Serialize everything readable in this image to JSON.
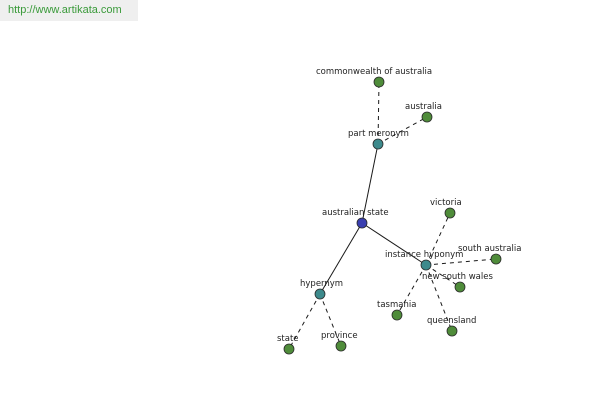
{
  "header": {
    "url": "http://www.artikata.com"
  },
  "colors": {
    "root": "#3a3fb0",
    "relation": "#3d8a8c",
    "leaf": "#4f8c3a",
    "banner_text": "#3a9a3a"
  },
  "graph": {
    "nodes": [
      {
        "id": "australian-state",
        "label": "australian state",
        "kind": "root"
      },
      {
        "id": "part-meronym",
        "label": "part meronym",
        "kind": "relation"
      },
      {
        "id": "instance-hyponym",
        "label": "instance hyponym",
        "kind": "relation"
      },
      {
        "id": "hypernym",
        "label": "hypernym",
        "kind": "relation"
      },
      {
        "id": "commonwealth-of-australia",
        "label": "commonwealth of australia",
        "kind": "leaf"
      },
      {
        "id": "australia",
        "label": "australia",
        "kind": "leaf"
      },
      {
        "id": "victoria",
        "label": "victoria",
        "kind": "leaf"
      },
      {
        "id": "south-australia",
        "label": "south australia",
        "kind": "leaf"
      },
      {
        "id": "new-south-wales",
        "label": "new south wales",
        "kind": "leaf"
      },
      {
        "id": "tasmania",
        "label": "tasmania",
        "kind": "leaf"
      },
      {
        "id": "queensland",
        "label": "queensland",
        "kind": "leaf"
      },
      {
        "id": "state",
        "label": "state",
        "kind": "leaf"
      },
      {
        "id": "province",
        "label": "province",
        "kind": "leaf"
      }
    ],
    "edges": [
      {
        "from": "australian-state",
        "to": "part-meronym",
        "style": "solid"
      },
      {
        "from": "australian-state",
        "to": "instance-hyponym",
        "style": "solid"
      },
      {
        "from": "australian-state",
        "to": "hypernym",
        "style": "solid"
      },
      {
        "from": "part-meronym",
        "to": "commonwealth-of-australia",
        "style": "dashed"
      },
      {
        "from": "part-meronym",
        "to": "australia",
        "style": "dashed"
      },
      {
        "from": "instance-hyponym",
        "to": "victoria",
        "style": "dashed"
      },
      {
        "from": "instance-hyponym",
        "to": "south-australia",
        "style": "dashed"
      },
      {
        "from": "instance-hyponym",
        "to": "new-south-wales",
        "style": "dashed"
      },
      {
        "from": "instance-hyponym",
        "to": "tasmania",
        "style": "dashed"
      },
      {
        "from": "instance-hyponym",
        "to": "queensland",
        "style": "dashed"
      },
      {
        "from": "hypernym",
        "to": "state",
        "style": "dashed"
      },
      {
        "from": "hypernym",
        "to": "province",
        "style": "dashed"
      }
    ]
  }
}
